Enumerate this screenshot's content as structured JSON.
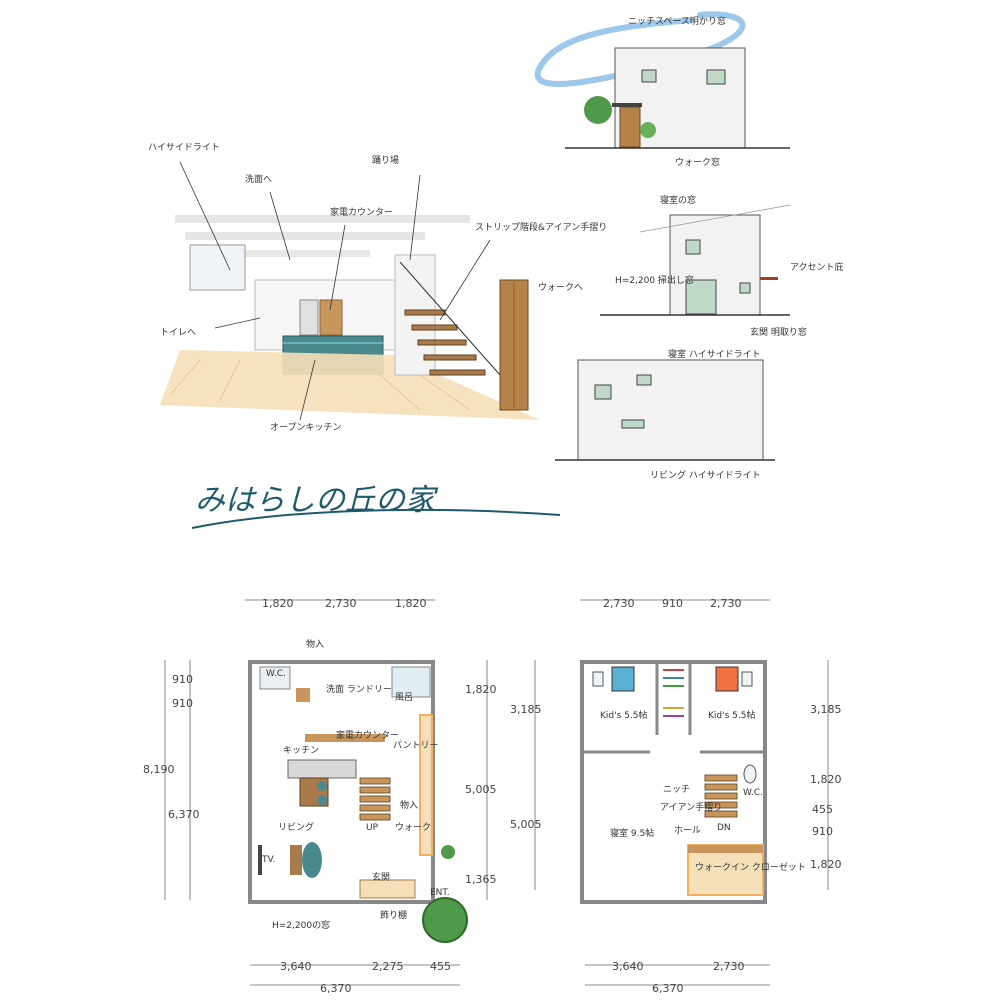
{
  "title": "みはらしの丘の家",
  "perspective": {
    "labels": {
      "highside": "ハイサイドライト",
      "sink": "洗面へ",
      "counter": "家電カウンター",
      "landing": "踊り場",
      "stair": "ストリップ階段&アイアン手摺り",
      "toilet": "トイレへ",
      "walk": "ウォークへ",
      "kitchen": "オープンキッチン"
    }
  },
  "elevations": {
    "north": {
      "note_top": "ニッチスペース明かり窓",
      "note_bottom": "ウォーク窓"
    },
    "east": {
      "note_top": "寝室の窓",
      "note_left": "H=2,200 掃出し窓",
      "note_right": "アクセント庇",
      "note_bottom": "玄関 明取り窓"
    },
    "south": {
      "note_top": "寝室 ハイサイドライト",
      "note_bottom": "リビング ハイサイドライト"
    }
  },
  "plan1f": {
    "dims_top": [
      "1,820",
      "2,730",
      "1,820"
    ],
    "dims_left": [
      "910",
      "910",
      "8,190",
      "6,370"
    ],
    "dims_right": [
      "1,820",
      "5,005",
      "1,365"
    ],
    "dims_bottom": [
      "3,640",
      "2,275",
      "455",
      "6,370"
    ],
    "rooms": {
      "storage": "物入",
      "wc": "W.C.",
      "sink": "洗面 ランドリー",
      "bath": "風呂",
      "counter": "家電カウンター",
      "kitchen": "キッチン",
      "pantry": "パントリー",
      "shoebox": "物入",
      "up": "UP",
      "walk": "ウォーク",
      "living": "リビング",
      "tv": "TV.",
      "entrance": "玄関",
      "ent": "ENT.",
      "window": "H=2,200の窓",
      "shelf": "飾り棚"
    }
  },
  "plan2f": {
    "dims_top": [
      "2,730",
      "910",
      "2,730"
    ],
    "dims_left": [
      "3,185",
      "5,005"
    ],
    "dims_right": [
      "3,185",
      "1,820",
      "455",
      "910",
      "1,820"
    ],
    "dims_bottom": [
      "3,640",
      "2,730",
      "6,370"
    ],
    "rooms": {
      "kids1": "Kid's 5.5帖",
      "kids2": "Kid's 5.5帖",
      "bedroom": "寝室 9.5帖",
      "niche": "ニッチ",
      "rail": "アイアン手摺り",
      "hall": "ホール",
      "dn": "DN",
      "wc": "W.C.",
      "closet": "ウォークイン クローゼット"
    }
  },
  "colors": {
    "ink": "#333333",
    "wall_gray": "#888888",
    "wood": "#c8965a",
    "floor_light": "#f5dfb8",
    "counter_teal": "#4a8a8e",
    "sky_blue": "#9cc8ec",
    "tree_green": "#4f9a4a",
    "title_teal": "#1d5a6b",
    "orange": "#f0b060"
  }
}
